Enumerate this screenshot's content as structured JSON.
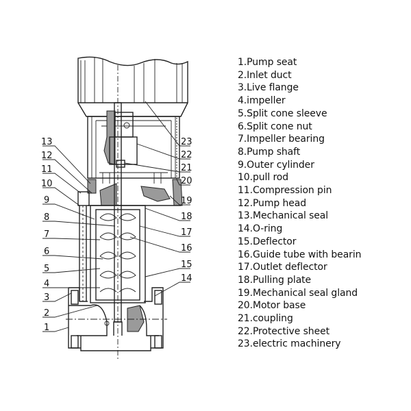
{
  "diagram": {
    "type": "cross-section",
    "subject": "vertical multistage centrifugal pump",
    "callouts_left": [
      "13",
      "12",
      "11",
      "10",
      "9",
      "8",
      "7",
      "6",
      "5",
      "4",
      "3",
      "2",
      "1"
    ],
    "callouts_right": [
      "23",
      "22",
      "21",
      "20",
      "19",
      "18",
      "17",
      "16",
      "15",
      "14"
    ]
  },
  "legend": {
    "items": [
      {
        "num": "1",
        "label": "1.Pump seat"
      },
      {
        "num": "2",
        "label": "2.Inlet duct"
      },
      {
        "num": "3",
        "label": "3.Live flange"
      },
      {
        "num": "4",
        "label": "4.impeller"
      },
      {
        "num": "5",
        "label": "5.Split cone sleeve"
      },
      {
        "num": "6",
        "label": "6.Split cone nut"
      },
      {
        "num": "7",
        "label": "7.Impeller bearing"
      },
      {
        "num": "8",
        "label": "8.Pump shaft"
      },
      {
        "num": "9",
        "label": "9.Outer cylinder"
      },
      {
        "num": "10",
        "label": "10.pull rod"
      },
      {
        "num": "11",
        "label": "11.Compression pin"
      },
      {
        "num": "12",
        "label": "12.Pump head"
      },
      {
        "num": "13",
        "label": "13.Mechanical seal"
      },
      {
        "num": "14",
        "label": "14.O-ring"
      },
      {
        "num": "15",
        "label": "15.Deflector"
      },
      {
        "num": "16",
        "label": "16.Guide tube with bearin"
      },
      {
        "num": "17",
        "label": "17.Outlet deflector"
      },
      {
        "num": "18",
        "label": "18.Pulling plate"
      },
      {
        "num": "19",
        "label": "19.Mechanical seal gland"
      },
      {
        "num": "20",
        "label": "20.Motor base"
      },
      {
        "num": "21",
        "label": "21.coupling"
      },
      {
        "num": "22",
        "label": "22.Protective sheet"
      },
      {
        "num": "23",
        "label": "23.electric machinery"
      }
    ]
  }
}
